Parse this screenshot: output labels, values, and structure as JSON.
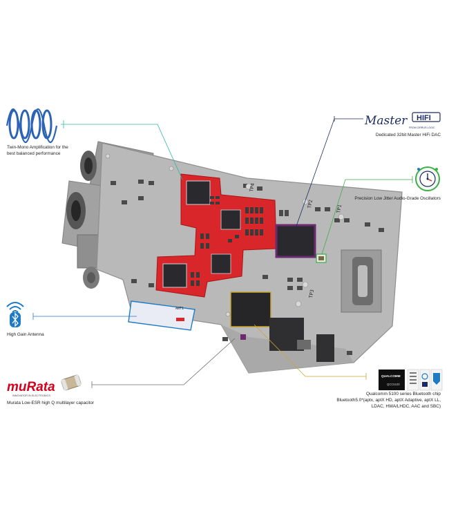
{
  "labels": {
    "twin_mono_line1": "Twin-Mono Amplification for the",
    "twin_mono_line2": "best balanced performance",
    "master_hifi_dac": "Dedicated 32bit Master HiFi DAC",
    "oscillators": "Precision Low Jitter Audio-Grade Oscillators",
    "antenna": "High Gain Antenna",
    "murata_capacitor": "Murata Low-ESR high Q multilayer capacitor",
    "qualcomm_line1": "Qualcomm 5100 series Bluetooth chip",
    "qualcomm_line2": "Bluetooth5.0*(aptx, aptX HD, aptX Adaptive, aptX LL,",
    "qualcomm_line3": "LDAC, HWA/LHDC, AAC and SBC)"
  },
  "logos": {
    "master_brand": "Master",
    "hifi_brand": "HIFI",
    "cirrus_tag": "FROM CIRRUS LOGIC",
    "murata_brand": "muRata",
    "murata_tag": "INNOVATOR IN ELECTRONICS",
    "qualcomm_brand": "QUALCOMM",
    "qualcomm_chip": "QCC5100"
  },
  "board_marks": {
    "tp1": "TP1",
    "tp2": "TP2",
    "tp3": "TP3",
    "tp4": "TP4",
    "ant": "ANT1"
  },
  "colors": {
    "teal_leader": "#2fb9a0",
    "navy_leader": "#1b2a5e",
    "green_leader": "#3fae49",
    "blue_leader": "#1f7ac4",
    "gray_leader": "#6e6e6e",
    "gold_leader": "#c9a531",
    "pcb_gray": "#b9b9b9",
    "pcb_red": "#d9262a",
    "chip_dark": "#2a2a2e",
    "murata_red": "#d4001c"
  },
  "icons": [
    "waveform-icon",
    "master-hifi-logo",
    "oscillator-clock-icon",
    "bluetooth-icon",
    "murata-logo",
    "capacitor-icon",
    "qualcomm-logo"
  ]
}
